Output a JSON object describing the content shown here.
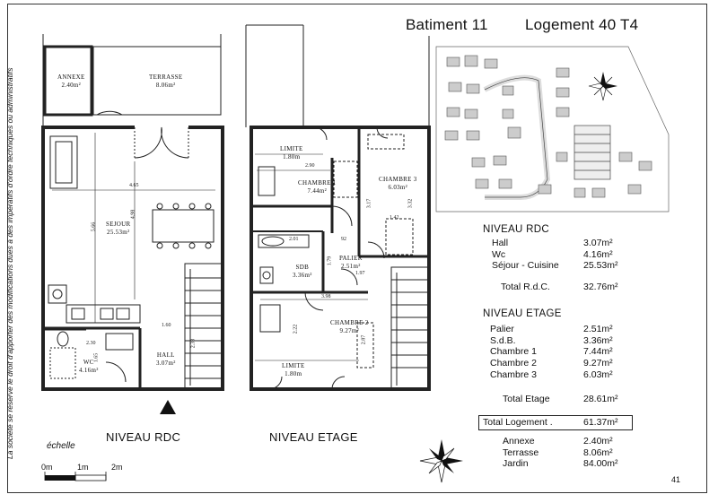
{
  "header": {
    "building": "Batiment 11",
    "unit": "Logement 40 T4"
  },
  "side_note": "La société se réserve le droit d'apporter des modifications dues à des impératifs d'ordre techniques ou administratifs",
  "scale": {
    "label": "échelle",
    "ticks": [
      "0m",
      "1m",
      "2m"
    ]
  },
  "page_number": "41",
  "plans": {
    "rdc": {
      "label": "NIVEAU RDC",
      "rooms": {
        "annexe": {
          "name": "ANNEXE",
          "area": "2.40m²"
        },
        "terrasse": {
          "name": "TERRASSE",
          "area": "8.06m²"
        },
        "sejour": {
          "name": "SEJOUR",
          "area": "25.53m²"
        },
        "wc": {
          "name": "WC",
          "area": "4.16m²"
        },
        "hall": {
          "name": "HALL",
          "area": "3.07m²"
        }
      },
      "dims": [
        "4.65",
        "5.66",
        "4.98",
        "1.60",
        "2.30",
        "1.65",
        "2.33"
      ]
    },
    "etage": {
      "label": "NIVEAU ETAGE",
      "rooms": {
        "limite_top": {
          "name": "LIMITE",
          "area": "1.80m"
        },
        "chambre1": {
          "name": "CHAMBRE 1",
          "area": "7.44m²"
        },
        "chambre3": {
          "name": "CHAMBRE 3",
          "area": "6.03m²"
        },
        "sdb": {
          "name": "SDB",
          "area": "3.36m²"
        },
        "palier": {
          "name": "PALIER",
          "area": "2.51m²"
        },
        "chambre2": {
          "name": "CHAMBRE 2",
          "area": "9.27m²"
        },
        "limite_bottom": {
          "name": "LIMITE",
          "area": "1.80m"
        }
      },
      "dims": [
        "2.90",
        "3.17",
        "3.32",
        "1.42",
        "2.01",
        "92",
        "1.79",
        "1.97",
        "3.98",
        "2.22",
        "2.87"
      ]
    }
  },
  "areas": {
    "rdc": {
      "heading": "NIVEAU RDC",
      "rows": [
        {
          "label": "Hall",
          "value": "3.07m²"
        },
        {
          "label": "Wc",
          "value": "4.16m²"
        },
        {
          "label": "Séjour - Cuisine",
          "value": "25.53m²"
        }
      ],
      "total": {
        "label": "Total R.d.C.",
        "value": "32.76m²"
      }
    },
    "etage": {
      "heading": "NIVEAU ETAGE",
      "rows": [
        {
          "label": "Palier",
          "value": "2.51m²"
        },
        {
          "label": "S.d.B.",
          "value": "3.36m²"
        },
        {
          "label": "Chambre 1",
          "value": "7.44m²"
        },
        {
          "label": "Chambre 2",
          "value": "9.27m²"
        },
        {
          "label": "Chambre 3",
          "value": "6.03m²"
        }
      ],
      "total": {
        "label": "Total Etage",
        "value": "28.61m²"
      }
    },
    "logement_total": {
      "label": "Total Logement .",
      "value": "61.37m²"
    },
    "exterior": [
      {
        "label": "Annexe",
        "value": "2.40m²"
      },
      {
        "label": "Terrasse",
        "value": "8.06m²"
      },
      {
        "label": "Jardin",
        "value": "84.00m²"
      }
    ]
  }
}
